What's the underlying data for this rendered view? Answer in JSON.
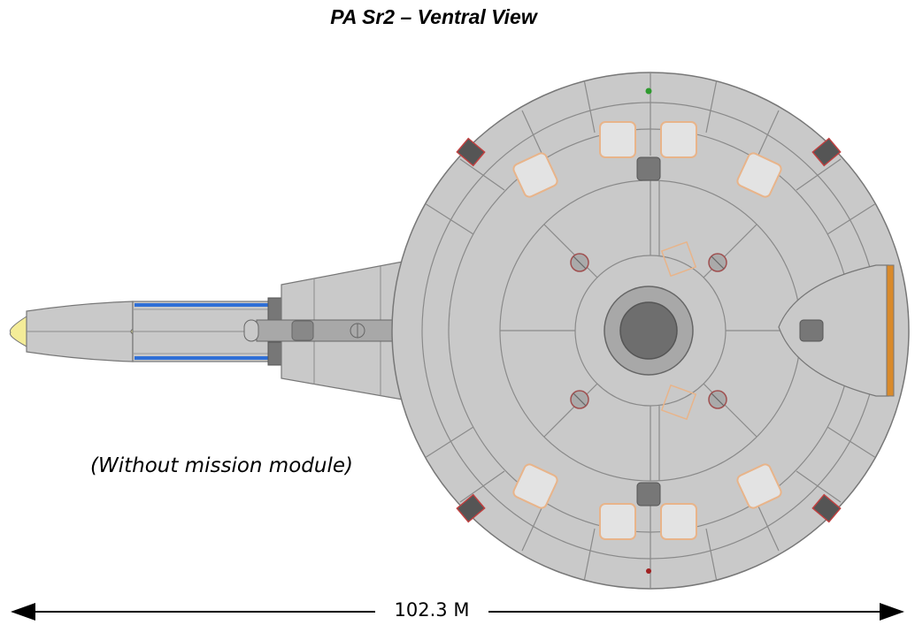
{
  "title": "PA Sr2 – Ventral View",
  "subtitle": "(Without mission module)",
  "scale": {
    "label": "102.3 M"
  },
  "colors": {
    "hull": "#c9c9c9",
    "hull_dark": "#a8a8a8",
    "line": "#7a7a7a",
    "accent_blue": "#2f6fd6",
    "window_orange": "#e8b48a",
    "deflector_orange": "#d98a2b",
    "nav_green": "#2e9a2e",
    "nav_red": "#a02020",
    "nose_yellow": "#f4ec98"
  }
}
